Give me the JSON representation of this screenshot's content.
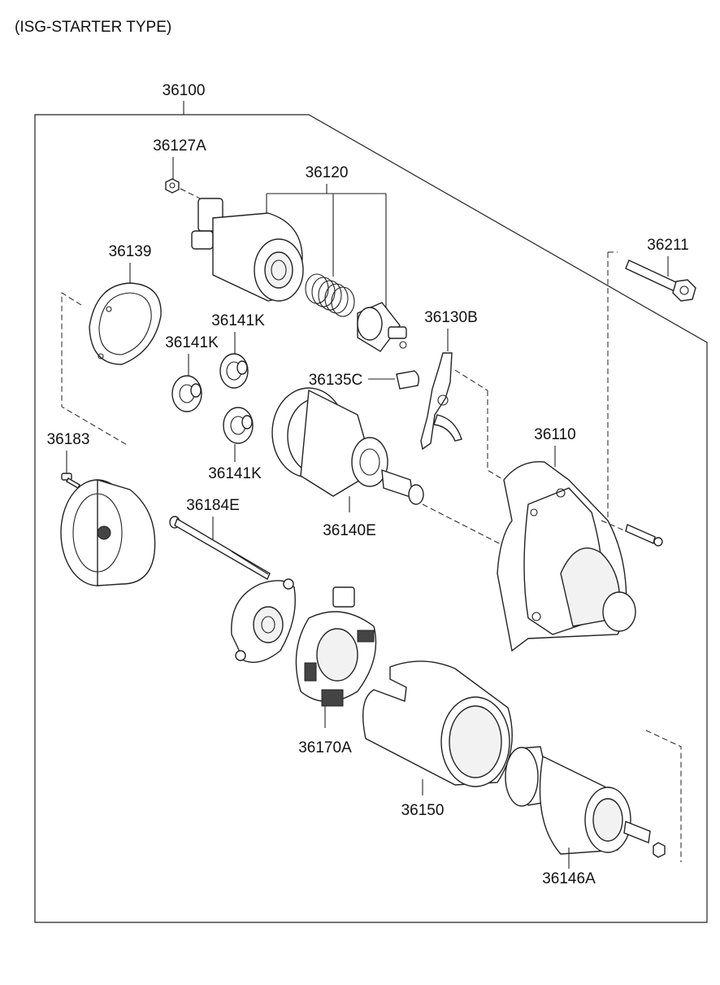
{
  "header": {
    "title": "(ISG-STARTER TYPE)"
  },
  "labels": {
    "assembly": "36100",
    "nut_top": "36127A",
    "solenoid": "36120",
    "bolt_right": "36211",
    "cover_plate": "36139",
    "gear_a": "36141K",
    "gear_b": "36141K",
    "gear_c": "36141K",
    "lever": "36130B",
    "pin": "36135C",
    "housing": "36110",
    "screw_left": "36183",
    "through_bolt": "36184E",
    "clutch": "36140E",
    "brush_holder": "36170A",
    "yoke": "36150",
    "armature": "36146A"
  }
}
